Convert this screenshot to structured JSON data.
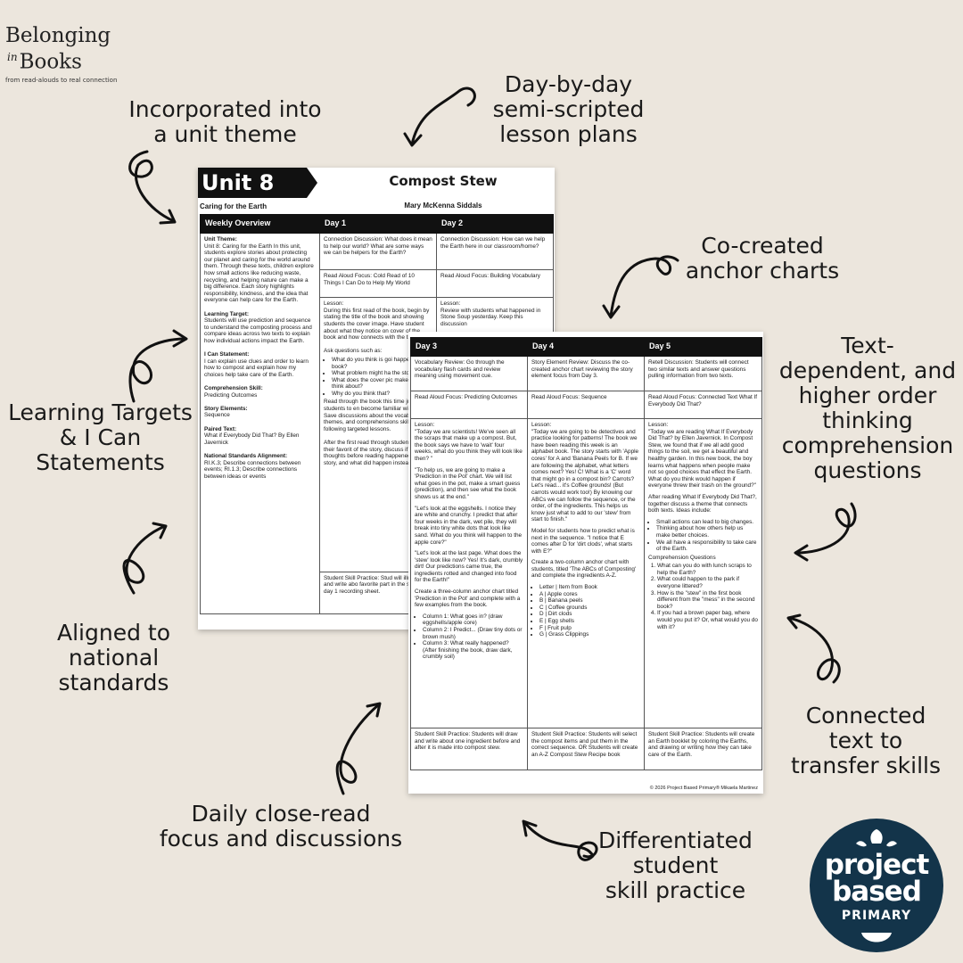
{
  "brand": {
    "line1": "Belonging",
    "in": "in",
    "line2": "Books",
    "tagline": "from read-alouds to real connection"
  },
  "callouts": {
    "unit_theme": "Incorporated into\na unit theme",
    "lesson_plans": "Day-by-day\nsemi-scripted\nlesson plans",
    "anchor_charts": "Co-created\nanchor charts",
    "questions": "Text-\ndependent, and\nhigher order\nthinking\ncomprehension\nquestions",
    "targets": "Learning Targets\n& I Can\nStatements",
    "standards": "Aligned to\nnational\nstandards",
    "connected": "Connected\ntext to\ntransfer skills",
    "close_read": "Daily close-read\nfocus and discussions",
    "skill_practice": "Differentiated\nstudent\nskill practice"
  },
  "page1": {
    "unit": "Unit 8",
    "theme": "Caring for the Earth",
    "title": "Compost Stew",
    "author": "Mary McKenna Siddals",
    "headers": [
      "Weekly Overview",
      "Day 1",
      "Day 2"
    ],
    "overview": {
      "unit_theme_label": "Unit Theme:",
      "unit_theme": "Unit 8: Caring for the Earth In this unit, students explore stories about protecting our planet and caring for the world around them. Through these texts, children explore how small actions like reducing waste, recycling, and helping nature can make a big difference. Each story highlights responsibility, kindness, and the idea that everyone can help care for the Earth.",
      "target_label": "Learning Target:",
      "target": "Students will use prediction and sequence to understand the composting process and compare ideas across two texts to explain how individual actions impact the Earth.",
      "ican_label": "I Can Statement:",
      "ican": "I can explain use clues and order to learn how to compost and explain how my choices help take care of the Earth.",
      "skill_label": "Comprehension Skill:",
      "skill": "Predicting Outcomes",
      "elements_label": "Story Elements:",
      "elements": "Sequence",
      "paired_label": "Paired Text:",
      "paired": "What if Everybody Did That? By Ellen Javernick",
      "standards_label": "National Standards Alignment:",
      "standards": "RI.K.3; Describe connections between events; RI.1.3; Describe connections between ideas or events"
    },
    "day1": {
      "discussion": "Connection Discussion: What does it mean to help our world? What are some ways we can be helpers for the Earth?",
      "focus": "Read Aloud Focus: Cold Read of 10 Things I Can Do to Help My World",
      "lesson": "Lesson:\nDuring this first read of the book, begin by stating the title of the book and showing students the cover image. Have student about what they notice on cover of the book and how connects with the title.",
      "ask": "Ask questions such as:",
      "questions": [
        "What do you think is goi happen in this book?",
        "What problem might ha the story?",
        "What does the cover pic make you think about?",
        "Why do you think that?"
      ],
      "read": "Read through the book this time just for students to en become familiar with the s Save discussions about the vocabulary, themes, and comprehensions skills for following targeted lessons.",
      "after": "After the first read through students share their favorit of the story, discuss if any c thoughts before reading happened in the story, and what did happen instead, e",
      "practice": "Student Skill Practice: Stud will illustrate and write abo favorite part in the story or day 1 recording sheet."
    },
    "day2": {
      "discussion": "Connection Discussion: How can we help the Earth here in our classroom/home?",
      "focus": "Read Aloud Focus: Building Vocabulary",
      "lesson": "Lesson:\nReview with students what happened in Stone Soup yesterday. Keep this discussion"
    }
  },
  "page2": {
    "headers": [
      "Day 3",
      "Day 4",
      "Day 5"
    ],
    "day3": {
      "review": "Vocabulary Review: Go through the vocabulary flash cards and review meaning using movement cue.",
      "focus": "Read Aloud Focus: Predicting Outcomes",
      "lesson": [
        "Lesson:\n\"Today we are scientists! We've seen all the scraps that make up a compost. But, the book says we have to 'wait' four weeks, what do you think they will look like then? \"",
        "\"To help us, we are going to make a 'Prediction in the Pot' chart. We will list what goes in the pot, make a smart guess (prediction), and then see what the book shows us at the end.\"",
        "\"Let's look at the eggshells. I notice they are white and crunchy. I predict that after four weeks in the dark, wet pile, they will break into tiny white dots that look like sand. What do you think will happen to the apple core?\"",
        "\"Let's look at the last page. What does the 'stew' look like now? Yes! It's dark, crumbly dirt! Our predictions came true, the ingredients rotted and changed into food for the Earth!\"",
        "Create a three-column anchor chart titled 'Prediction in the Pot' and complete with a few examples from the book."
      ],
      "columns": [
        "Column 1: What goes in? (draw eggshells/apple core)",
        "Column 2: I Predict... (Draw tiny dots or brown mush)",
        "Column 3: What really happened? (After finishing the book, draw dark, crumbly soil)"
      ],
      "practice": "Student Skill Practice: Students will draw and write about one ingredient before and after it is made into compost stew."
    },
    "day4": {
      "review": "Story Element Review: Discuss the co-created anchor chart reviewing the story element focus from Day 3.",
      "focus": "Read Aloud Focus: Sequence",
      "lesson": [
        "Lesson:\n\"Today we are going to be detectives and practice looking for patterns! The book we have been reading this week is an alphabet book. The story starts with 'Apple cores' for A and 'Banana Peels for B. If we are following the alphabet, what letters comes next? Yes! C! What is a 'C' word that might go in a compost bin? Carrots? Let's read... it's Coffee grounds! (But carrots would work too!) By knowing our ABCs we can follow the sequence, or the order, of the ingredients. This helps us know just what to add to our 'stew' from start to finish.\"",
        "Model for students how to predict what is next in the sequence. \"I notice that E comes after D for 'dirt clods', what starts with E?\"",
        "Create a two-column anchor chart with students, titled 'The ABCs of Composting' and complete the ingredients A-Z."
      ],
      "items": [
        "Letter | Item from Book",
        "A | Apple cores",
        "B | Banana peels",
        "C | Coffee grounds",
        "D | Dirt clods",
        "E | Egg shells",
        "F | Fruit pulp",
        "G | Grass Clippings"
      ],
      "practice": "Student Skill Practice: Students will select the compost items and put them in the correct sequence. OR Students will create an A-Z Compost Stew Recipe book"
    },
    "day5": {
      "review": "Retell Discussion: Students will connect two similar texts and answer questions pulling information from two texts.",
      "focus": "Read Aloud Focus: Connected Text What If Everybody Did That?",
      "lesson": [
        "Lesson:\n\"Today we are reading What If Everybody Did That? by Ellen Javernick. In Compost Stew, we found that if we all add good things to the soil, we get a beautiful and healthy garden. In this new book, the boy learns what happens when people make not so good choices that effect the Earth. What do you think would happen if everyone threw their trash on the ground?\"",
        "After reading What If Everybody Did That?, together discuss a theme that connects both texts. Ideas include:"
      ],
      "ideas": [
        "Small actions can lead to big changes.",
        "Thinking about how others help us make better choices.",
        "We all have a responsibility to take care of the Earth."
      ],
      "cq_label": "Comprehension Questions",
      "questions": [
        "What can you do with lunch scraps to help the Earth?",
        "What could happen to the park if everyone littered?",
        "How is the \"stew\" in the first book different from the \"mess\" in the second book?",
        "If you had a brown paper bag, where would you put it? Or, what would you do with it?"
      ],
      "practice": "Student Skill Practice: Students will create an Earth booklet by coloring the Earths, and drawing or writing how they can take care of the Earth."
    },
    "footer": "© 2026 Project Based Primary® Mikaela Martinez"
  },
  "logo": {
    "line1": "project",
    "line2": "based",
    "line3": "PRIMARY",
    "color": "#13344a"
  }
}
